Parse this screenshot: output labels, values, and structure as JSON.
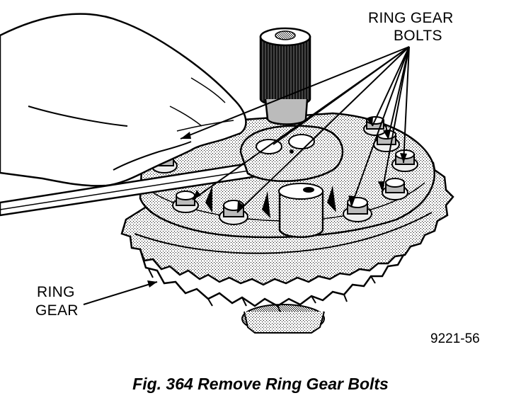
{
  "labels": {
    "ring_gear_bolts_line1": "RING GEAR",
    "ring_gear_bolts_line2": "BOLTS",
    "ring_gear_line1": "RING",
    "ring_gear_line2": "GEAR"
  },
  "figure_number": "9221-56",
  "caption": "Fig. 364 Remove Ring Gear Bolts"
}
